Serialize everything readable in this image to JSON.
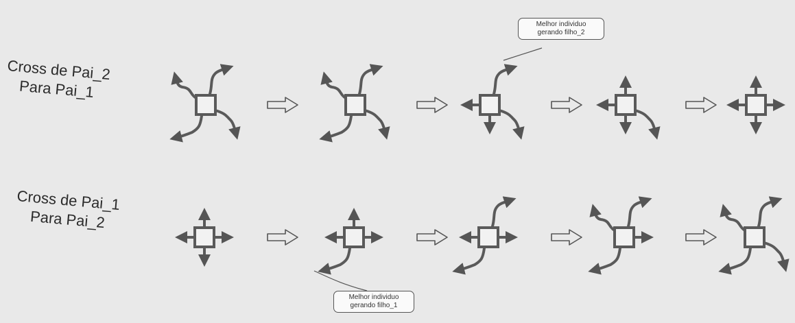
{
  "rows": [
    {
      "label_line1": "Cross de Pai_2",
      "label_line2": "Para Pai_1",
      "stages": [
        "full",
        "full",
        "no-tl",
        "no-tl-tr",
        "plus"
      ]
    },
    {
      "label_line1": "Cross de Pai_1",
      "label_line2": "Para Pai_2",
      "stages": [
        "plus",
        "bl-curve",
        "tr-bl",
        "tl-tr-bl",
        "full"
      ]
    }
  ],
  "callouts": {
    "top": {
      "line1": "Melhor individuo",
      "line2": "gerando filho_2"
    },
    "bottom": {
      "line1": "Melhor individuo",
      "line2": "gerando filho_1"
    }
  },
  "colors": {
    "line": "#5a5a5a",
    "box": "#5a5a5a",
    "arrow": "#555555"
  }
}
